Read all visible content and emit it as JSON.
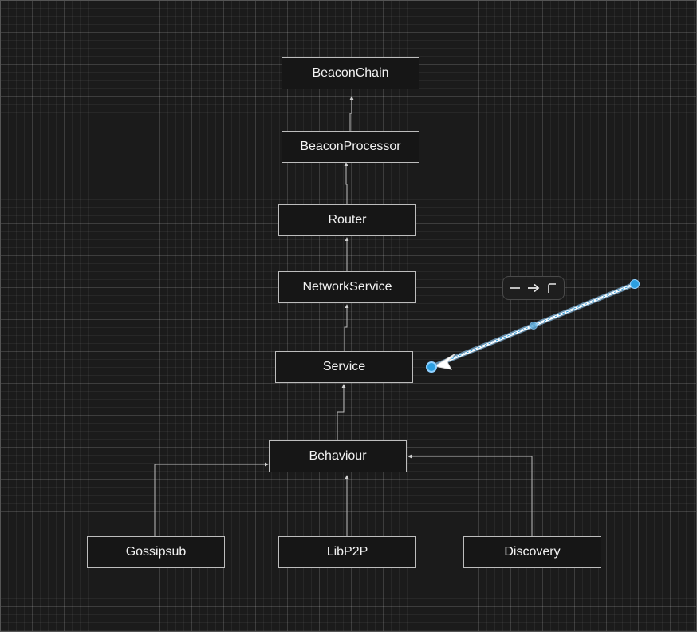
{
  "diagram": {
    "nodes": {
      "beacon_chain": "BeaconChain",
      "beacon_processor": "BeaconProcessor",
      "router": "Router",
      "network_service": "NetworkService",
      "service": "Service",
      "behaviour": "Behaviour",
      "gossipsub": "Gossipsub",
      "libp2p": "LibP2P",
      "discovery": "Discovery"
    },
    "edges": [
      {
        "from": "beacon_processor",
        "to": "beacon_chain"
      },
      {
        "from": "router",
        "to": "beacon_processor"
      },
      {
        "from": "network_service",
        "to": "router"
      },
      {
        "from": "service",
        "to": "network_service"
      },
      {
        "from": "behaviour",
        "to": "service"
      },
      {
        "from": "gossipsub",
        "to": "behaviour"
      },
      {
        "from": "libp2p",
        "to": "behaviour"
      },
      {
        "from": "discovery",
        "to": "behaviour"
      }
    ],
    "selected_connector": {
      "style": "arrow",
      "target": "service"
    }
  },
  "edge_toolbar": {
    "buttons": [
      "straight-line-icon",
      "arrow-icon",
      "elbow-connector-icon"
    ]
  },
  "colors": {
    "background": "#1b1b1b",
    "node_fill": "#161616",
    "node_border": "#bdbdbd",
    "edge": "#bdbdbd",
    "selection": "#2d9fe0"
  }
}
